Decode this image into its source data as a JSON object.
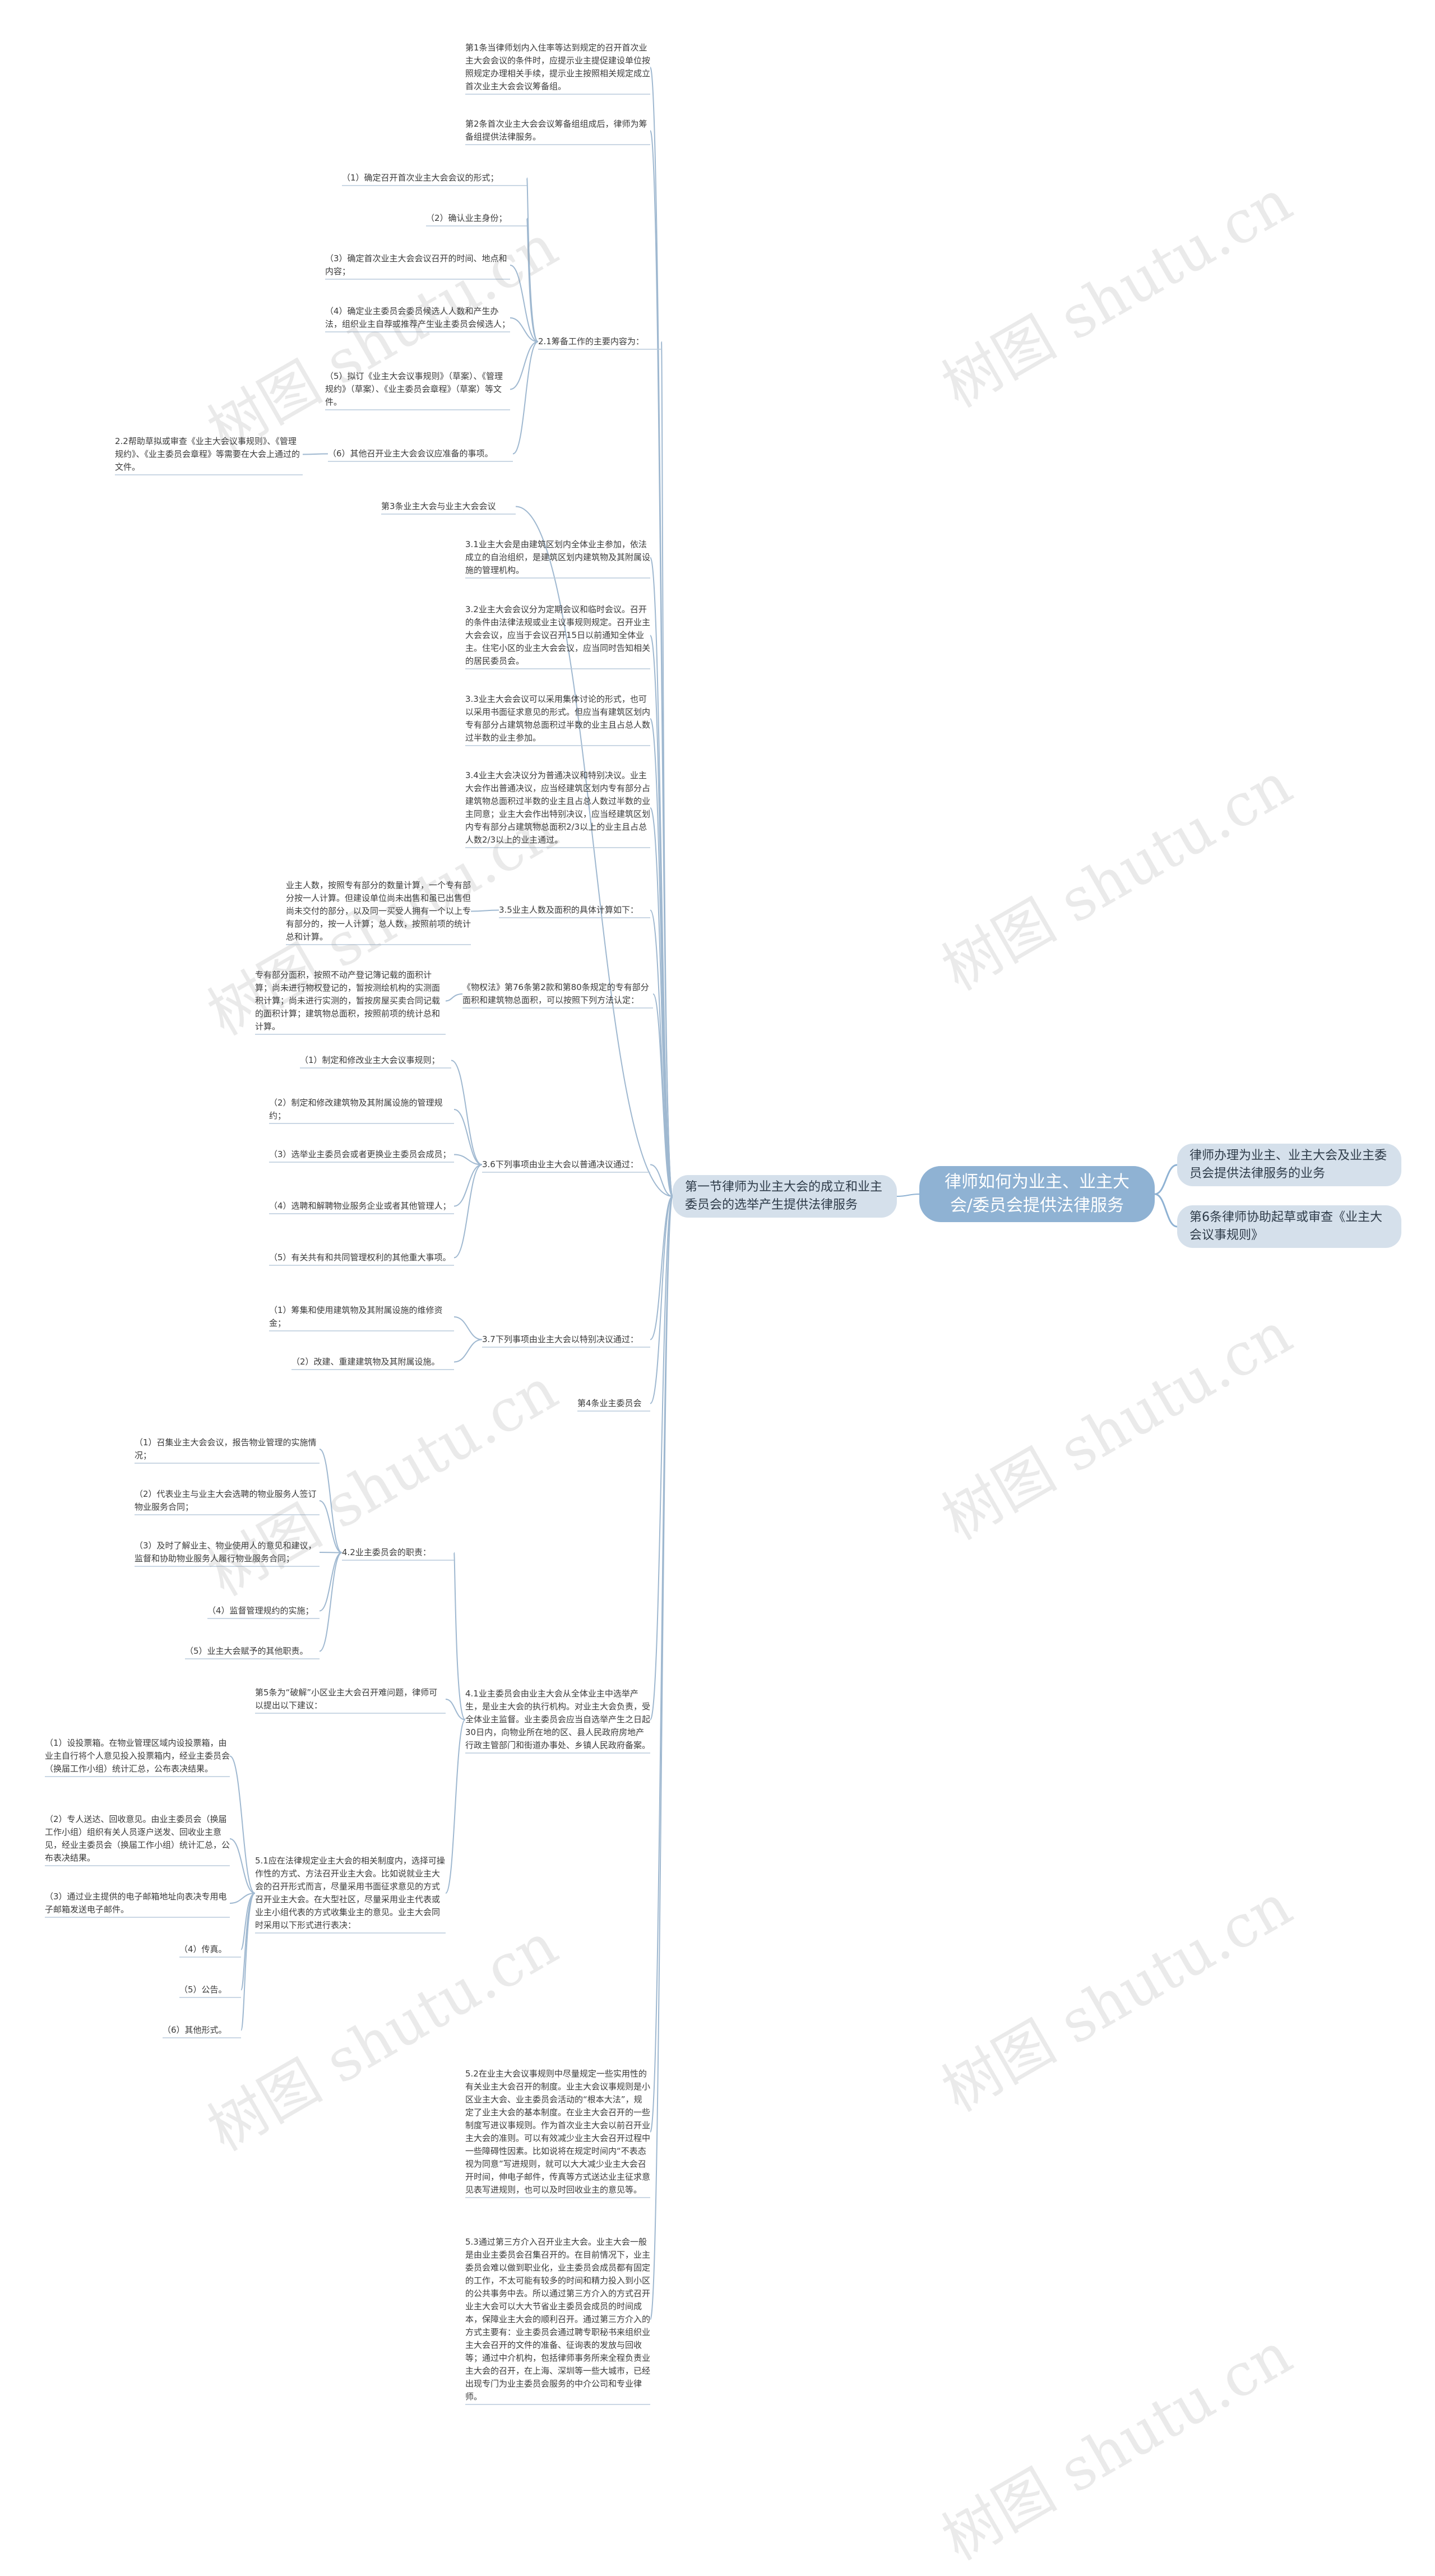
{
  "root": "律师如何为业主、业主大会/委员会提供法律服务",
  "right_branches": [
    "律师办理为业主、业主大会及业主委员会提供法律服务的业务",
    "第6条律师协助起草或审查《业主大会议事规则》"
  ],
  "left_branch": "第一节律师为业主大会的成立和业主委员会的选举产生提供法律服务",
  "sec1": "第1条当律师划内入住率等达到规定的召开首次业主大会会议的条件时，应提示业主提促建设单位按照规定办理相关手续，提示业主按照相关规定成立首次业主大会会议筹备组。",
  "sec2": "第2条首次业主大会会议筹备组组成后，律师为筹备组提供法律服务。",
  "s21": {
    "label": "2.1筹备工作的主要内容为：",
    "items": [
      "（1）确定召开首次业主大会会议的形式；",
      "（2）确认业主身份；",
      "（3）确定首次业主大会会议召开的时间、地点和内容；",
      "（4）确定业主委员会委员候选人人数和产生办法，组织业主自荐或推荐产生业主委员会候选人；",
      "（5）拟订《业主大会议事规则》（草案）、《管理规约》（草案）、《业主委员会章程》（草案）等文件。",
      "（6）其他召开业主大会会议应准备的事项。"
    ],
    "sub6": "2.2帮助草拟或审查《业主大会议事规则》、《管理规约》、《业主委员会章程》等需要在大会上通过的文件。"
  },
  "sec3": "第3条业主大会与业主大会会议",
  "s31": "3.1业主大会是由建筑区划内全体业主参加，依法成立的自治组织，是建筑区划内建筑物及其附属设施的管理机构。",
  "s32": "3.2业主大会会议分为定期会议和临时会议。召开的条件由法律法规或业主议事规则规定。召开业主大会会议，应当于会议召开15日以前通知全体业主。住宅小区的业主大会会议，应当同时告知相关的居民委员会。",
  "s33": "3.3业主大会会议可以采用集体讨论的形式，也可以采用书面征求意见的形式。但应当有建筑区划内专有部分占建筑物总面积过半数的业主且占总人数过半数的业主参加。",
  "s34": "3.4业主大会决议分为普通决议和特别决议。业主大会作出普通决议，应当经建筑区划内专有部分占建筑物总面积过半数的业主且占总人数过半数的业主同意；业主大会作出特别决议，应当经建筑区划内专有部分占建筑物总面积2/3以上的业主且占总人数2/3以上的业主通过。",
  "s35": {
    "label": "3.5业主人数及面积的具体计算如下：",
    "a": "业主人数，按照专有部分的数量计算，一个专有部分按一人计算。但建设单位尚未出售和虽已出售但尚未交付的部分，以及同一买受人拥有一个以上专有部分的，按一人计算；总人数，按照前项的统计总和计算。",
    "b_label": "《物权法》第76条第2款和第80条规定的专有部分面积和建筑物总面积，可以按照下列方法认定：",
    "b": "专有部分面积，按照不动产登记簿记载的面积计算；尚未进行物权登记的，暂按测绘机构的实测面积计算；尚未进行实测的，暂按房屋买卖合同记载的面积计算；建筑物总面积，按照前项的统计总和计算。"
  },
  "s36": {
    "label": "3.6下列事项由业主大会以普通决议通过：",
    "items": [
      "（1）制定和修改业主大会议事规则；",
      "（2）制定和修改建筑物及其附属设施的管理规约；",
      "（3）选举业主委员会或者更换业主委员会成员；",
      "（4）选聘和解聘物业服务企业或者其他管理人；",
      "（5）有关共有和共同管理权利的其他重大事项。"
    ]
  },
  "s37": {
    "label": "3.7下列事项由业主大会以特别决议通过：",
    "items": [
      "（1）筹集和使用建筑物及其附属设施的维修资金；",
      "（2）改建、重建建筑物及其附属设施。"
    ]
  },
  "sec4": "第4条业主委员会",
  "s41": "4.1业主委员会由业主大会从全体业主中选举产生，是业主大会的执行机构。对业主大会负责，受全体业主监督。业主委员会应当自选举产生之日起30日内，向物业所在地的区、县人民政府房地产行政主管部门和街道办事处、乡镇人民政府备案。",
  "s42": {
    "label": "4.2业主委员会的职责：",
    "items": [
      "（1）召集业主大会会议，报告物业管理的实施情况；",
      "（2）代表业主与业主大会选聘的物业服务人签订物业服务合同；",
      "（3）及时了解业主、物业使用人的意见和建议，监督和协助物业服务人履行物业服务合同；",
      "（4）监督管理规约的实施；",
      "（5）业主大会赋予的其他职责。"
    ]
  },
  "sec5": "第5条为“破解”小区业主大会召开难问题，律师可以提出以下建议：",
  "s51": {
    "label": "5.1应在法律规定业主大会的相关制度内，选择可操作性的方式、方法召开业主大会。比如说就业主大会的召开形式而言，尽量采用书面征求意见的方式召开业主大会。在大型社区，尽量采用业主代表或业主小组代表的方式收集业主的意见。业主大会同时采用以下形式进行表决：",
    "items": [
      "（1）设投票箱。在物业管理区域内设投票箱，由业主自行将个人意见投入投票箱内，经业主委员会（换届工作小组）统计汇总，公布表决结果。",
      "（2）专人送达、回收意见。由业主委员会（换届工作小组）组织有关人员逐户送发、回收业主意见，经业主委员会（换届工作小组）统计汇总，公布表决结果。",
      "（3）通过业主提供的电子邮箱地址向表决专用电子邮箱发送电子邮件。",
      "（4）传真。",
      "（5）公告。",
      "（6）其他形式。"
    ]
  },
  "s52": "5.2在业主大会议事规则中尽量规定一些实用性的有关业主大会召开的制度。业主大会议事规则是小区业主大会、业主委员会活动的“根本大法”，规定了业主大会的基本制度。在业主大会召开的一些制度写进议事规则。作为首次业主大会以前召开业主大会的准则。可以有效减少业主大会召开过程中一些障碍性因素。比如说将在规定时间内“不表态视为同意”写进规则，就可以大大减少业主大会召开时间，伸电子邮件，传真等方式送达业主征求意见表写进规则，也可以及时回收业主的意见等。",
  "s53": "5.3通过第三方介入召开业主大会。业主大会一般是由业主委员会召集召开的。在目前情况下，业主委员会难以做到职业化，业主委员会成员都有固定的工作，不太可能有较多的时间和精力投入到小区的公共事务中去。所以通过第三方介入的方式召开业主大会可以大大节省业主委员会成员的时间成本，保障业主大会的顺利召开。通过第三方介入的方式主要有：业主委员会通过聘专职秘书来组织业主大会召开的文件的准备、征询表的发放与回收等；通过中介机构，包括律师事务所来全程负责业主大会的召开，在上海、深圳等一些大城市，已经出现专门为业主委员会服务的中介公司和专业律师。",
  "watermark": "树图 shutu.cn"
}
